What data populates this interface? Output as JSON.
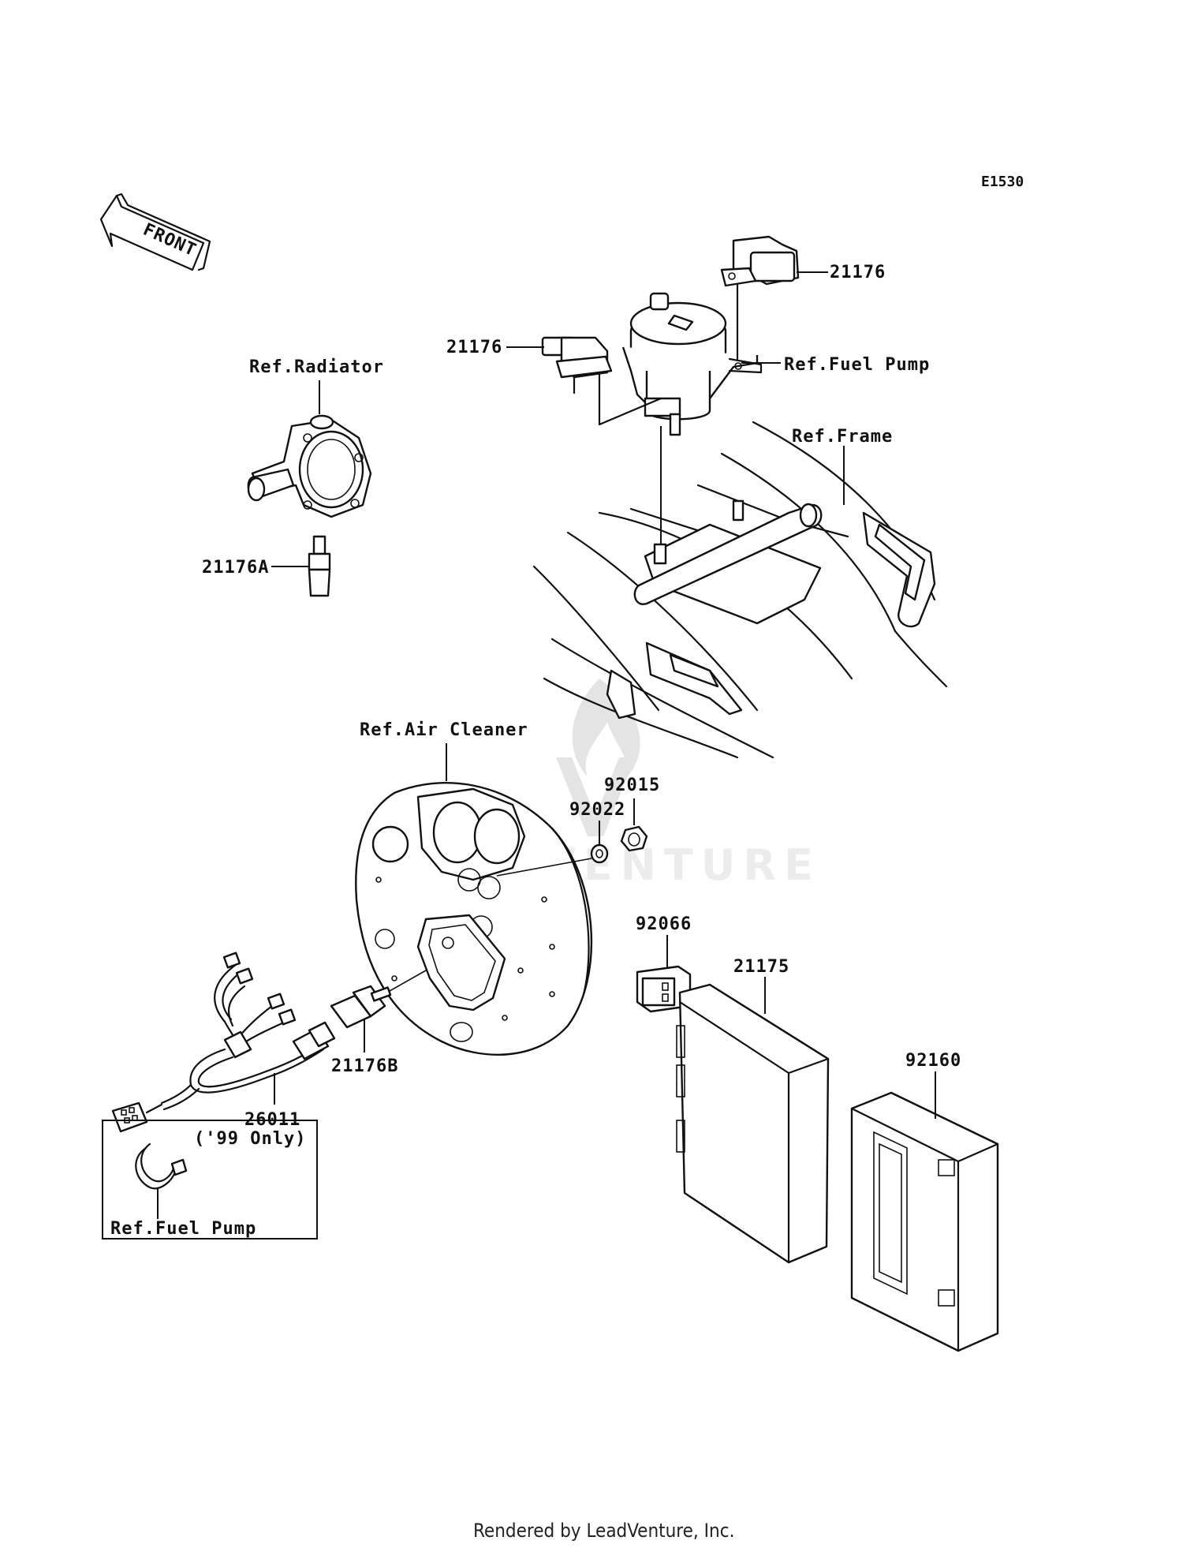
{
  "diagram_code": "E1530",
  "front_label": "FRONT",
  "labels": {
    "map_sensor_top": "21176",
    "map_sensor_left": "21176",
    "ref_fuel_pump_top": "Ref.Fuel Pump",
    "ref_frame": "Ref.Frame",
    "ref_radiator": "Ref.Radiator",
    "sensor_21176a": "21176A",
    "ref_air_cleaner": "Ref.Air Cleaner",
    "nut_92015": "92015",
    "washer_92022": "92022",
    "connector_92066": "92066",
    "ecu_21175": "21175",
    "cover_92160": "92160",
    "harness_26011": "26011",
    "sensor_21176b": "21176B",
    "inset_note": "('99 Only)",
    "ref_fuel_pump_inset": "Ref.Fuel Pump"
  },
  "footer": "Rendered by LeadVenture, Inc.",
  "watermark": "LEADVENTURE"
}
